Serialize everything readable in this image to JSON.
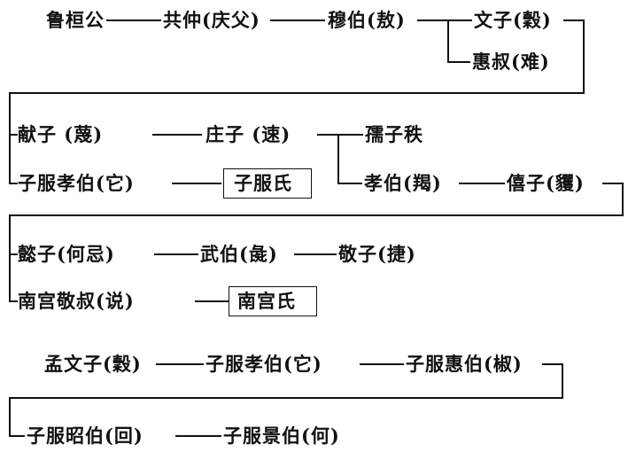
{
  "nodes": {
    "lu_huan_gong": "鲁桓公",
    "gong_zhong": "共仲(庆父)",
    "mu_bo": "穆伯(敖)",
    "wen_zi": "文子(穀)",
    "hui_shu": "惠叔(难)",
    "xian_zi": "献子 (蔑)",
    "zhuang_zi": "庄子 (速)",
    "ru_zi_zhi": "孺子秩",
    "zifu_xiao_bo_1": "子服孝伯(它)",
    "zifu_shi": "子服氏",
    "xiao_bo_jie": "孝伯(羯)",
    "xi_zi": "僖子(貜)",
    "yi_zi": "懿子(何忌)",
    "wu_bo": "武伯(彘)",
    "jing_zi": "敬子(捷)",
    "nangong_jing_shu": "南宫敬叔(说)",
    "nangong_shi": "南宫氏",
    "meng_wen_zi": "孟文子(穀)",
    "zifu_xiao_bo_2": "子服孝伯(它)",
    "zifu_hui_bo": "子服惠伯(椒)",
    "zifu_zhao_bo": "子服昭伯(回)",
    "zifu_jing_bo": "子服景伯(何)"
  }
}
